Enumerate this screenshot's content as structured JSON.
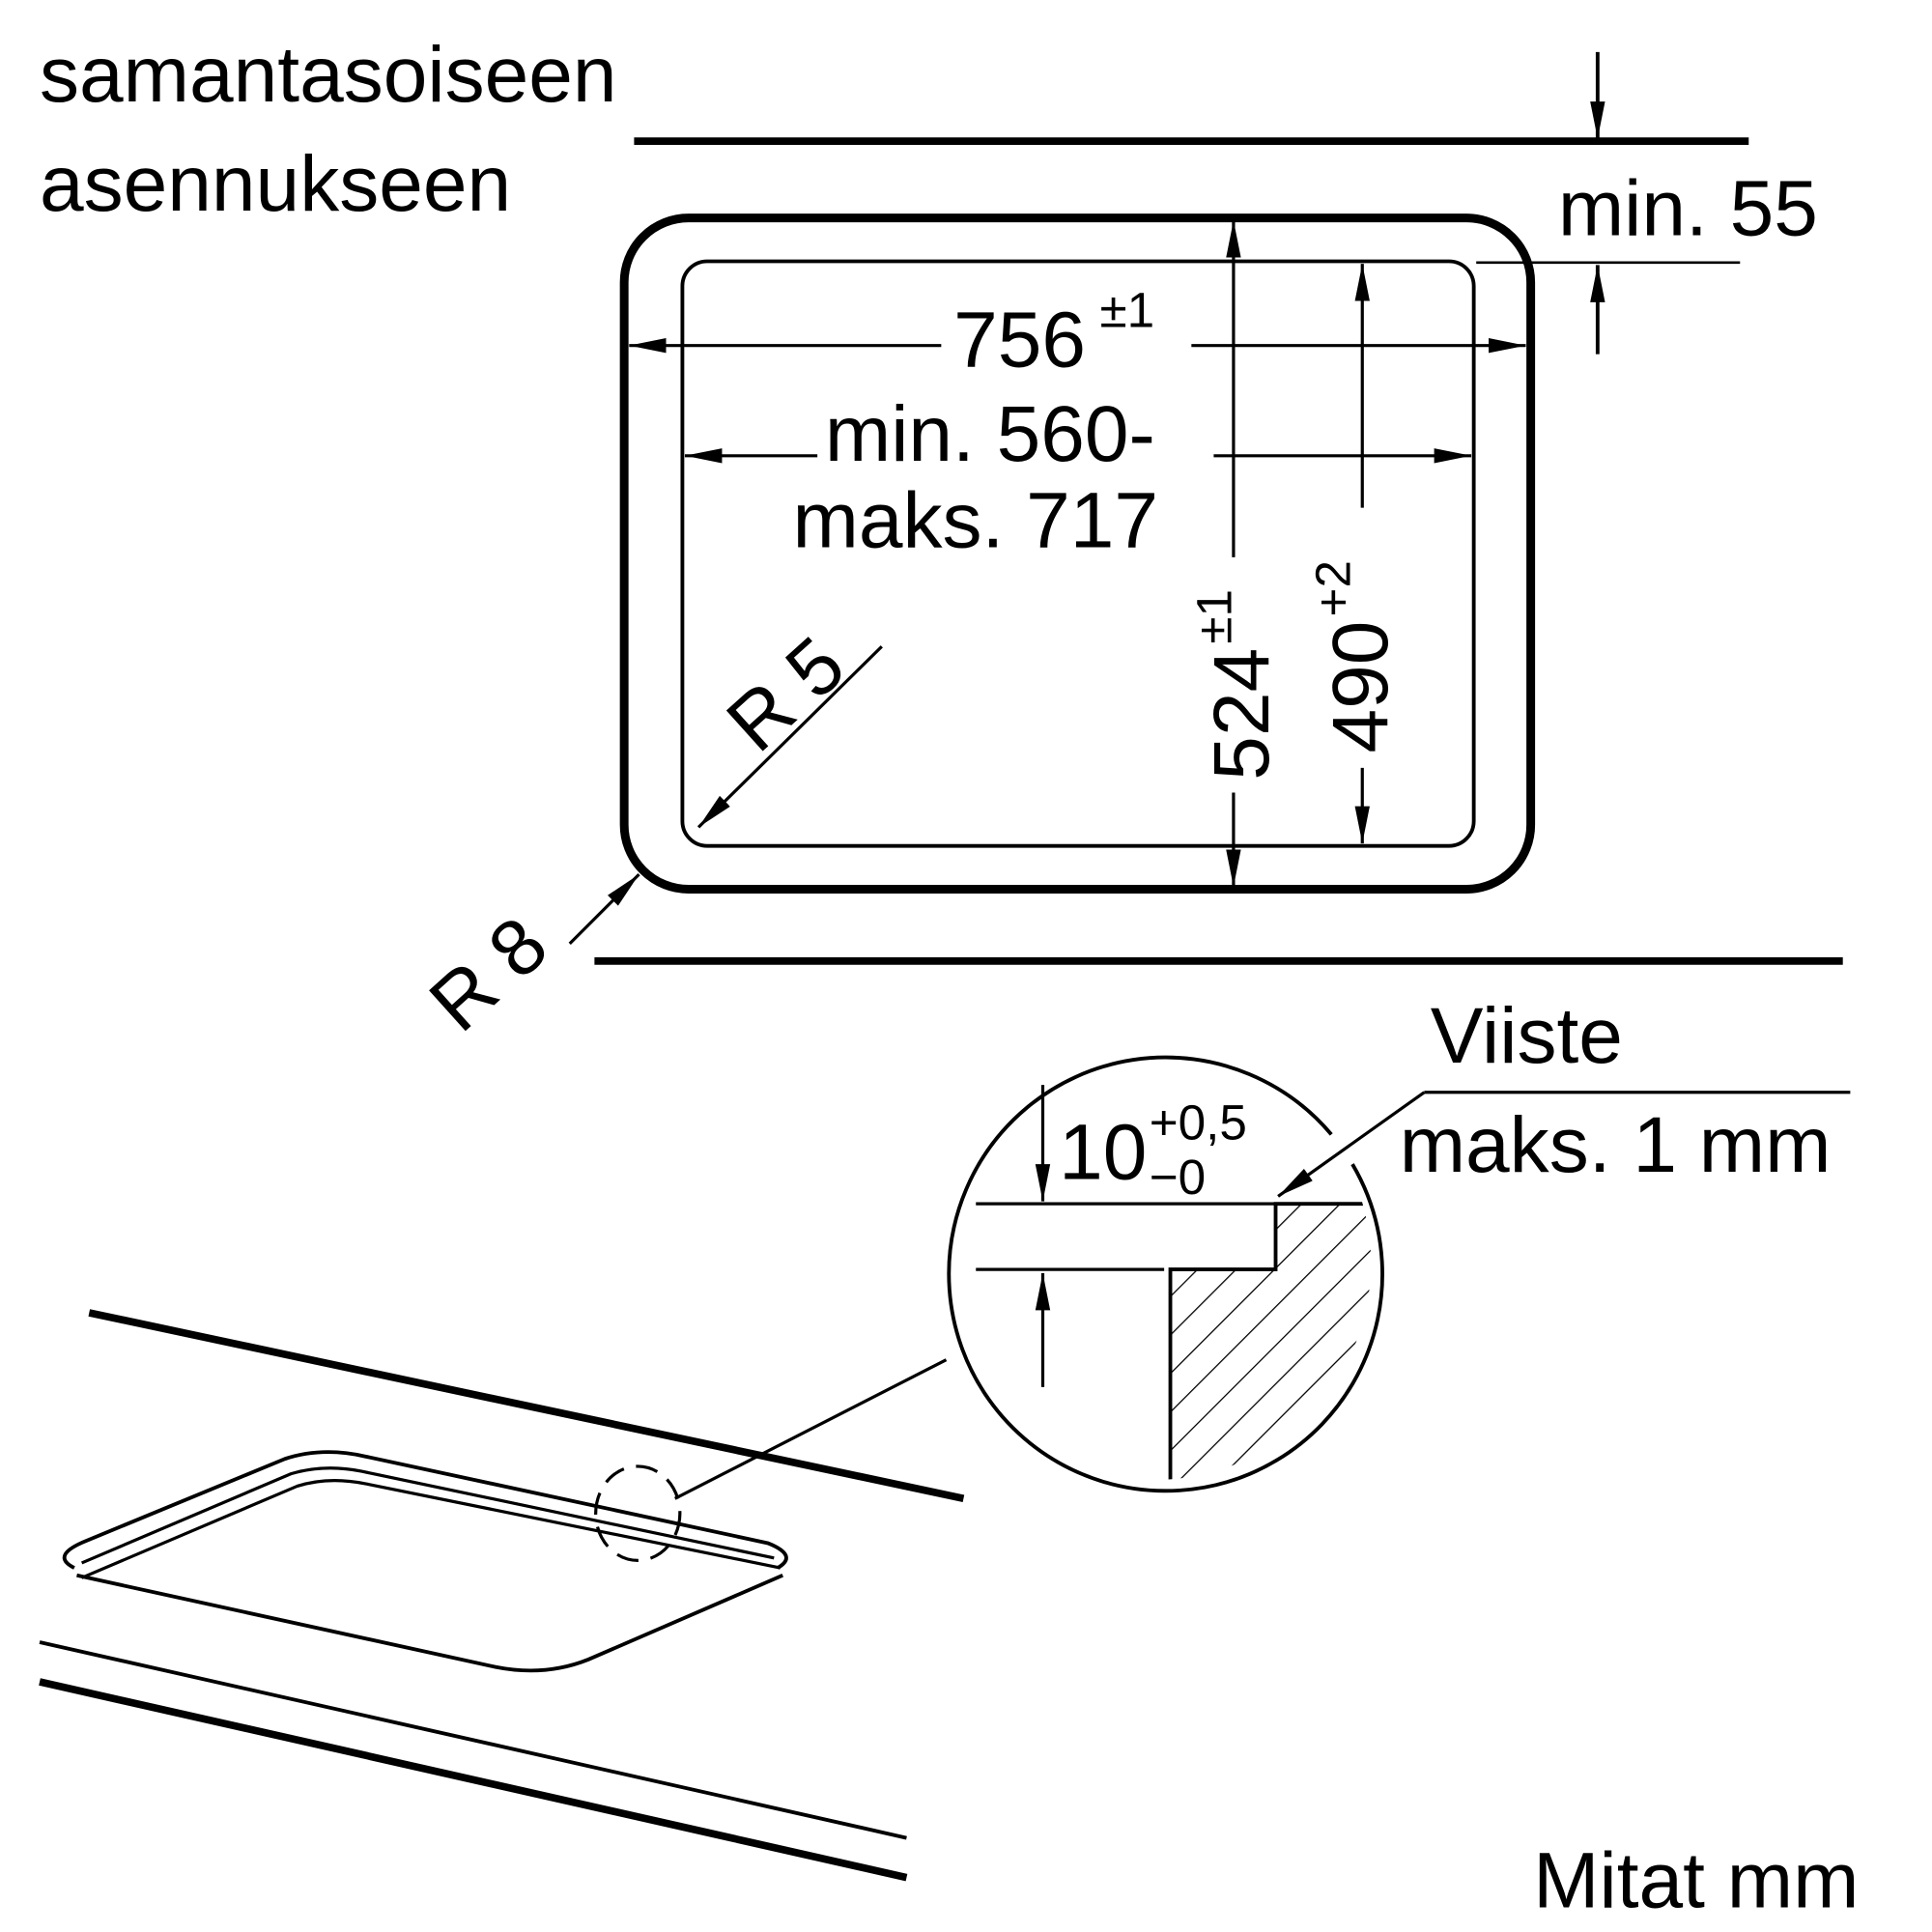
{
  "header": {
    "line1": "samantasoiseen",
    "line2": "asennukseen"
  },
  "dimensions": {
    "top_gap": "min. 55",
    "outer_width": "756",
    "outer_width_tol": "±1",
    "inner_width_line1": "min. 560-",
    "inner_width_line2": "maks. 717",
    "inner_radius": "R 5",
    "outer_height": "524",
    "outer_height_tol": "±1",
    "inner_height": "490",
    "inner_height_tol": "+2",
    "outer_radius": "R 8"
  },
  "detail": {
    "chamfer_label": "Viiste",
    "chamfer_value": "maks. 1 mm",
    "depth": "10",
    "depth_tol_plus": "+0,5",
    "depth_tol_minus": "−0"
  },
  "footer": {
    "units": "Mitat mm"
  }
}
